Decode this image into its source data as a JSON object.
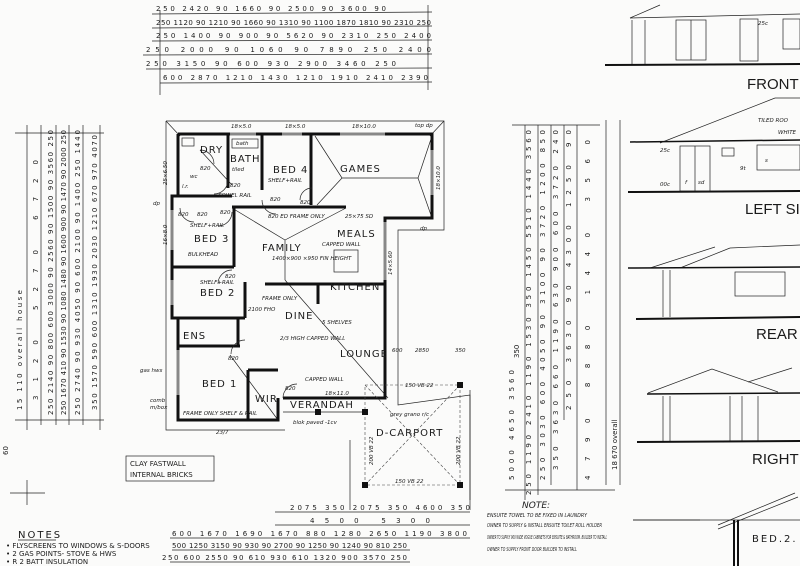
{
  "top_dims": [
    "250  2420  90  1660  90  2500  90  3600  90",
    "250  1120  90  1210  90  1660  90  1310  90  1100  1870  1810  90  2310  250",
    "250  1400  90  900  90  5620  90  2310  250  2400",
    "250  2000  90  1060  90  7890  250  2400",
    "250  3150  90  600  930  2900  3460  250",
    "600  2870  1210  1430  1210  1910  2410  2390"
  ],
  "bottom_dims": [
    "2075  350  2075  350  4600  350",
    "4500  5300",
    "600  1670  1690  1670  880  1280  2650  1190  3800",
    "500  1250  3150  90  930  90  2700  90  1250  90  1240  90  810  250",
    "250  600  2550  90  610  930  610  1320  900  3570  250"
  ],
  "left_dims": {
    "overall": "15 110  overall house",
    "col1": "3120   5270   6720",
    "col2": "250  2140  90  800  600  3000  90  2560  90  1500  90  3560  250",
    "col3": "250  1670  410  90  1530  90  1080  1480  90  1600  900  90  1470  90  2000  250",
    "col4": "250  2740  90  930  4050  90  600  2100  90  1400  250  1440",
    "col5": "350  1570  590  600  1310  1930  2030  1210  670  970  4070",
    "bottom": "60"
  },
  "right_dims": {
    "col1": "250  1190  2410  1190  1530  350  1450  5510  1440  3560",
    "col2": "250  3030  600  4050  90  3100  90  3720  1200  850",
    "col3": "350  3630  660  1190  630  900  600  3720  240",
    "col4": "250  3630  90  4300  1250  90",
    "col5": "4790  8880  1440  3560",
    "overall": "18 670  overall",
    "left_col": "5000  4650  3560",
    "carport_top": "350"
  },
  "rooms": {
    "dry": "DRY",
    "bath": "BATH",
    "bath_note": "tiled",
    "bed4": "BED 4.",
    "games": "GAMES",
    "bed3": "BED 3",
    "family": "FAMILY",
    "meals": "MEALS",
    "kitchen": "KITCHEN",
    "bed2": "BED 2",
    "dine": "DINE",
    "ens": "ENS",
    "lounge": "LOUNGE",
    "bed1": "BED 1",
    "wir": "WIR",
    "verandah": "VERANDAH",
    "carport": "D-CARPORT"
  },
  "annotations": {
    "bath_fixture": "bath",
    "wc": "wc",
    "lr": "l.r.",
    "win1": "18×5.0",
    "win2": "18×5.0",
    "win3": "18×10.0",
    "win_games_side": "18×10.0",
    "win_left": "16×8.0",
    "win_meals": "14×5.60",
    "win_dry": "25×6.50",
    "top_dp": "top  dp",
    "dp": "dp",
    "door": "820",
    "ed_frame": "820 ED FRAME ONLY",
    "sd": "25×75 SD",
    "island": "1400×900 ×950 FIN HEIGHT",
    "capped_wall_meals": "CAPPED WALL",
    "shelf_rail": "SHELF+RAIL",
    "bulkhead": "BULKHEAD",
    "towel_rail": "TOWEL RAIL",
    "frame_only": "FRAME ONLY",
    "shelves": "5 SHELVES",
    "fho": "2100 FHO",
    "high_wall": "2/3 HIGH CAPPED WALL",
    "capped_wall": "CAPPED WALL",
    "verandah_size": "18×11.0",
    "grano": "grey grano r/c",
    "paved": "blok paved -1cv",
    "dim_237": "23/7",
    "carport_2850": "2850",
    "carport_350": "350",
    "carport_600": "600",
    "beam_top": "150 VB 22",
    "beam_bottom": "150 VB 22",
    "beam_side": "200 VB 22",
    "gas_hws": "gas hws",
    "comb": "comb",
    "mbox": "m/box",
    "frame_shelf": "FRAME ONLY SHELF & RAIL"
  },
  "wall_note": [
    "CLAY FASTWALL",
    "INTERNAL BRICKS"
  ],
  "notes": {
    "title": "NOTES",
    "items": [
      "FLYSCREENS TO WINDOWS & S-DOORS",
      "2 GAS POINTS-  STOVE & HWS",
      "R 2  BATT INSULATION"
    ]
  },
  "note_right": {
    "title": "NOTE:",
    "items": [
      "ENSUITE TOWEL TO BE FIXED IN LAUNDRY",
      "OWNER TO SUPPLY & INSTALL ENSUITE TOILET ROLL HOLDER",
      "OWNER TO SUPPLY 900 WIDE VOGUE CABINETS FOR ENSUITE & BATHROOM. BUILDER TO INSTALL",
      "OWNER TO SUPPLY FRONT DOOR BUILDER TO INSTALL"
    ]
  },
  "elevations": {
    "front": "FRONT E",
    "left": "LEFT SID",
    "rear": "REAR",
    "right": "RIGHT S",
    "section": "BED.2.",
    "tiled_roof": "TILED ROO",
    "white": "WHITE",
    "c25": "25c",
    "c00": "00c",
    "f": "f",
    "sd": "sd",
    "s": "s",
    "nine_t": "9t",
    "c25b": "25c"
  }
}
